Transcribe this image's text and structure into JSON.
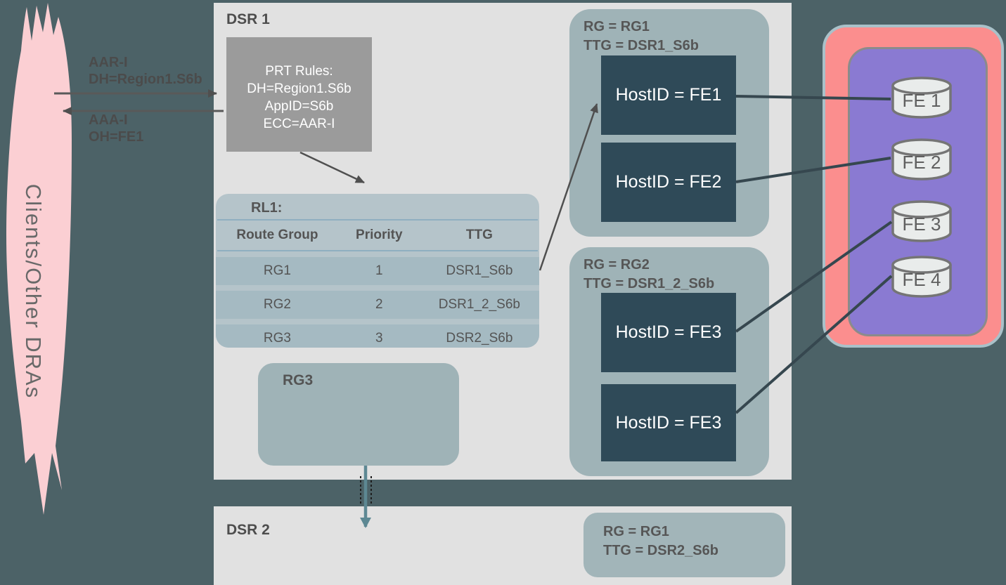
{
  "palette": {
    "background": "#4c6267",
    "panel": "#e1e1e1",
    "prt_box": "#9b9b9b",
    "table_bg": "#b5c4ca",
    "table_row": "#a5bac2",
    "group_box": "#9fb3b7",
    "host_box": "#2f4a58",
    "pink_shape": "#fbcfd3",
    "pink_container": "#fb8e8e",
    "purple_container": "#8a7ad2",
    "cylinder_fill": "#e9eceb",
    "arrow_gray": "#4f4f4f",
    "arrow_teal": "#5d8893",
    "text_dark": "#4b4b4b",
    "text_white": "#ffffff"
  },
  "clients": {
    "label": "Clients/Other DRAs"
  },
  "messages": {
    "request": [
      "AAR-I",
      "DH=Region1.S6b"
    ],
    "response": [
      "AAA-I",
      "OH=FE1"
    ]
  },
  "dsr1": {
    "label": "DSR 1",
    "prt_rules": {
      "lines": [
        "PRT Rules:",
        "DH=Region1.S6b",
        "AppID=S6b",
        "ECC=AAR-I"
      ]
    },
    "rl1": {
      "title": "RL1:",
      "headers": [
        "Route Group",
        "Priority",
        "TTG"
      ],
      "rows": [
        [
          "RG1",
          "1",
          "DSR1_S6b"
        ],
        [
          "RG2",
          "2",
          "DSR1_2_S6b"
        ],
        [
          "RG3",
          "3",
          "DSR2_S6b"
        ]
      ]
    },
    "rg3_box": {
      "label": "RG3"
    },
    "rg1_group": {
      "title_line1": "RG = RG1",
      "title_line2": "TTG = DSR1_S6b",
      "hosts": [
        "HostID = FE1",
        "HostID = FE2"
      ]
    },
    "rg2_group": {
      "title_line1": "RG = RG2",
      "title_line2": "TTG = DSR1_2_S6b",
      "hosts": [
        "HostID = FE3",
        "HostID = FE3"
      ]
    }
  },
  "dsr2": {
    "label": "DSR 2",
    "rg_group": {
      "title_line1": "RG = RG1",
      "title_line2": "TTG = DSR2_S6b"
    }
  },
  "fe_cluster": {
    "nodes": [
      "FE 1",
      "FE 2",
      "FE 3",
      "FE 4"
    ]
  }
}
